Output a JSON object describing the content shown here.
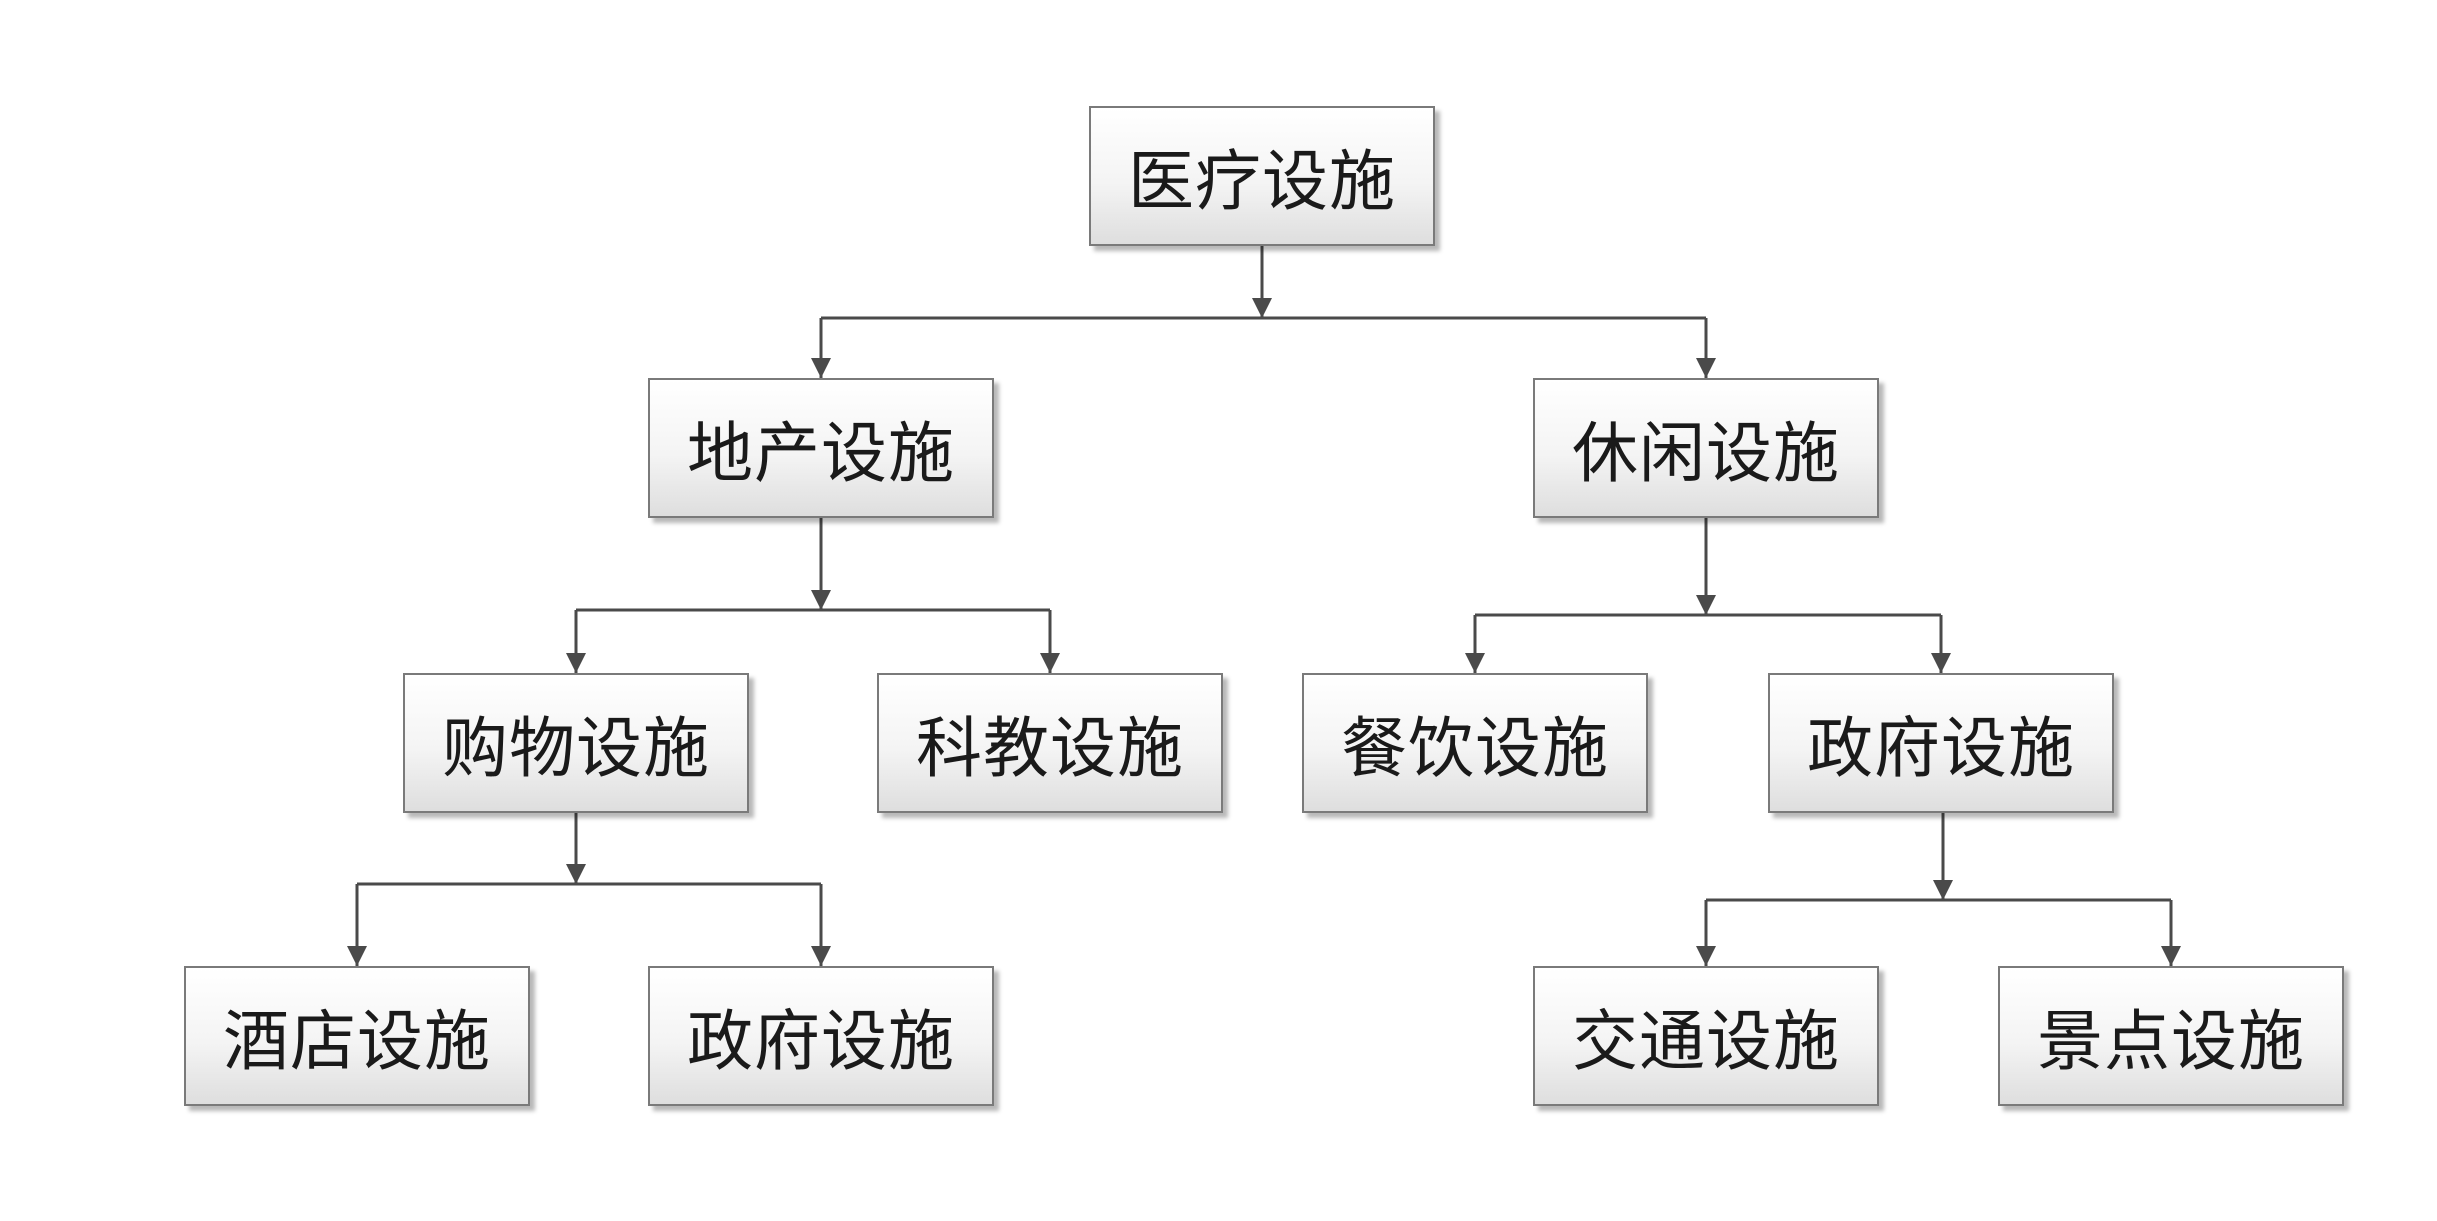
{
  "nodes": {
    "root": "医疗设施",
    "real_estate": "地产设施",
    "leisure": "休闲设施",
    "shopping": "购物设施",
    "science_education": "科教设施",
    "dining": "餐饮设施",
    "government_right": "政府设施",
    "hotel": "酒店设施",
    "government_left": "政府设施",
    "transport": "交通设施",
    "scenic": "景点设施"
  },
  "colors": {
    "connector": "#4a4a4a",
    "node_border": "#7a7a7a",
    "text": "#1a1a1a"
  }
}
